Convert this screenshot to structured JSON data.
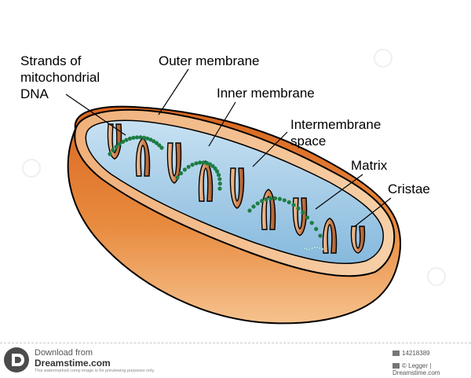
{
  "labels": {
    "dna": "Strands of\nmitochondrial\nDNA",
    "outer_membrane": "Outer membrane",
    "inner_membrane": "Inner membrane",
    "intermembrane_space": "Intermembrane\nspace",
    "matrix": "Matrix",
    "cristae": "Cristae"
  },
  "footer": {
    "download_from": "Download from",
    "site": "Dreamstime.com",
    "notice": "This watermarked comp image is for previewing purposes only.",
    "image_id": "14218389",
    "credit": "© Legger | Dreamstime.com"
  },
  "colors": {
    "outer_orange": "#e07a28",
    "shell_light": "#f6c28e",
    "membrane_brown": "#b8683a",
    "membrane_light": "#f3c9a2",
    "matrix_blue": "#9cc8e4",
    "dna_green": "#1e7d44",
    "ribosome": "#b4dcea"
  },
  "icons": {
    "logo": "dreamstime-logo-icon",
    "id": "image-id-icon",
    "credit": "photographer-icon"
  }
}
